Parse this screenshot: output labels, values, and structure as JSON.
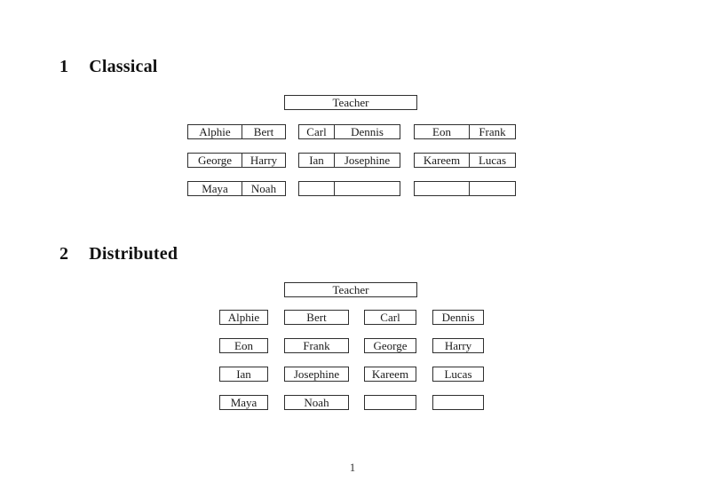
{
  "document": {
    "page_number": "1"
  },
  "sections": {
    "classical": {
      "number": "1",
      "title": "Classical",
      "teacher": "Teacher",
      "desks": [
        {
          "cells": [
            "Alphie",
            "Bert"
          ]
        },
        {
          "cells": [
            "Carl",
            "Dennis"
          ]
        },
        {
          "cells": [
            "Eon",
            "Frank"
          ]
        },
        {
          "cells": [
            "George",
            "Harry"
          ]
        },
        {
          "cells": [
            "Ian",
            "Josephine"
          ]
        },
        {
          "cells": [
            "Kareem",
            "Lucas"
          ]
        },
        {
          "cells": [
            "Maya",
            "Noah"
          ]
        },
        {
          "cells": [
            "",
            ""
          ]
        },
        {
          "cells": [
            "",
            ""
          ]
        }
      ]
    },
    "distributed": {
      "number": "2",
      "title": "Distributed",
      "teacher": "Teacher",
      "seats": [
        "Alphie",
        "Bert",
        "Carl",
        "Dennis",
        "Eon",
        "Frank",
        "George",
        "Harry",
        "Ian",
        "Josephine",
        "Kareem",
        "Lucas",
        "Maya",
        "Noah",
        "",
        ""
      ]
    }
  }
}
